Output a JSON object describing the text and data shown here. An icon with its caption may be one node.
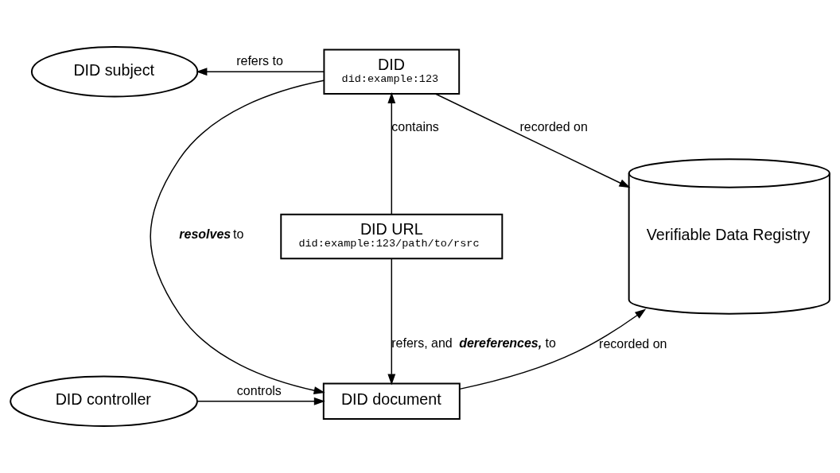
{
  "diagram": {
    "nodes": [
      {
        "text": [
          "DID subject"
        ]
      },
      {
        "text": [
          "DID",
          "did:example:123"
        ]
      },
      {
        "text": [
          "DID URL",
          "did:example:123/path/to/rsrc"
        ]
      },
      {
        "text": [
          "Verifiable Data Registry"
        ]
      },
      {
        "text": [
          "DID controller"
        ]
      },
      {
        "text": [
          "DID document"
        ]
      }
    ],
    "edges": [
      {
        "from": 1,
        "to": 0,
        "arrow": "to",
        "label": "refers to"
      },
      {
        "from": 2,
        "to": 1,
        "arrow": "to",
        "label": "contains"
      },
      {
        "from": 1,
        "to": 5,
        "arrow": "to",
        "label": "**resolves** to"
      },
      {
        "from": 2,
        "to": 5,
        "arrow": "to",
        "label": "refers, and **dereferences,** to"
      },
      {
        "from": 1,
        "to": 3,
        "arrow": "to",
        "label": "recorded on"
      },
      {
        "from": 5,
        "to": 3,
        "arrow": "to",
        "label": "recorded on"
      },
      {
        "from": 4,
        "to": 5,
        "arrow": "to",
        "label": "controls"
      }
    ]
  }
}
